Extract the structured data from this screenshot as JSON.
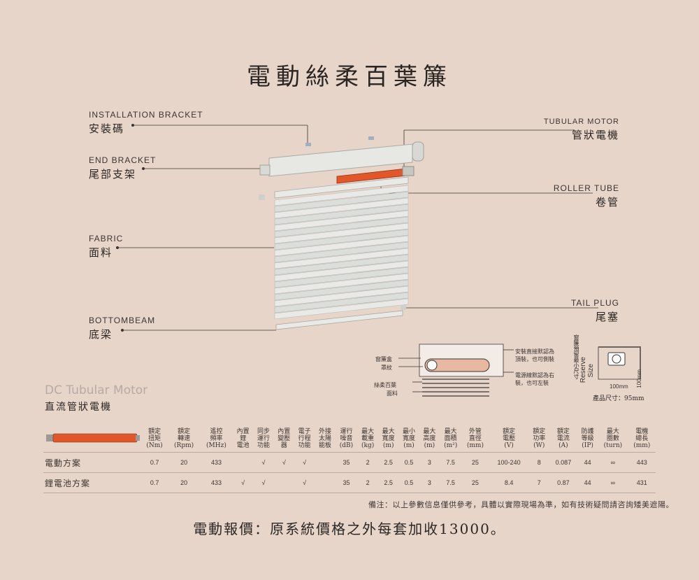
{
  "title": "電動絲柔百葉簾",
  "parts": {
    "installation_bracket": {
      "en": "INSTALLATION BRACKET",
      "zh": "安裝碼"
    },
    "end_bracket": {
      "en": "END BRACKET",
      "zh": "尾部支架"
    },
    "fabric": {
      "en": "FABRIC",
      "zh": "面料"
    },
    "bottombeam": {
      "en": "BOTTOMBEAM",
      "zh": "底梁"
    },
    "tubular_motor": {
      "en": "TUBULAR MOTOR",
      "zh": "管狀電機"
    },
    "roller_tube": {
      "en": "ROLLER TUBE",
      "zh": "卷管"
    },
    "tail_plug": {
      "en": "TAIL PLUG",
      "zh": "尾塞"
    }
  },
  "cross_section": {
    "labels_left": [
      "窗簾盒",
      "罩紋",
      "絲柔百葉",
      "面料"
    ],
    "labels_right": [
      "安裝直接默認為",
      "頂裝，也可側裝",
      "電源線默認為右",
      "裝，也可左裝"
    ],
    "reserve_label": "窗簾預留最小尺寸",
    "reserve_en": [
      "Reserve",
      "Size"
    ],
    "dim_w": "100mm",
    "dim_h": "100mm",
    "product_size": "產品尺寸：95mm"
  },
  "motor": {
    "en": "DC Tubular Motor",
    "zh": "直流管狀電機"
  },
  "colors": {
    "background": "#e8d5c9",
    "accent_tube": "#e2572a"
  },
  "table": {
    "headers": [
      [
        "額定",
        "扭矩",
        "(Nm)"
      ],
      [
        "額定",
        "轉速",
        "(Rpm)"
      ],
      [
        "遙控",
        "頻率",
        "(MHz)"
      ],
      [
        "內置",
        "鋰",
        "電池"
      ],
      [
        "同步",
        "運行",
        "功能"
      ],
      [
        "內置",
        "變壓",
        "器"
      ],
      [
        "電子",
        "行程",
        "功能"
      ],
      [
        "外接",
        "太陽",
        "能板"
      ],
      [
        "運行",
        "噪音",
        "(dB)"
      ],
      [
        "最大",
        "載重",
        "(kg)"
      ],
      [
        "最大",
        "寬度",
        "(m)"
      ],
      [
        "最小",
        "寬度",
        "(m)"
      ],
      [
        "最大",
        "高度",
        "(m)"
      ],
      [
        "最大",
        "面積",
        "(m²)"
      ],
      [
        "外管",
        "直徑",
        "(mm)"
      ],
      [
        "額定",
        "電壓",
        "(V)"
      ],
      [
        "額定",
        "功率",
        "(W)"
      ],
      [
        "額定",
        "電流",
        "(A)"
      ],
      [
        "防護",
        "等級",
        "(IP)"
      ],
      [
        "最大",
        "圈數",
        "(turn)"
      ],
      [
        "電機",
        "總長",
        "(mm)"
      ]
    ],
    "rows": [
      {
        "name": "電動方案",
        "cells": [
          "0.7",
          "20",
          "433",
          "",
          "√",
          "√",
          "√",
          "",
          "35",
          "2",
          "2.5",
          "0.5",
          "3",
          "7.5",
          "25",
          "100-240",
          "8",
          "0.087",
          "44",
          "∞",
          "443"
        ]
      },
      {
        "name": "鋰電池方案",
        "cells": [
          "0.7",
          "20",
          "433",
          "√",
          "√",
          "",
          "√",
          "",
          "35",
          "2",
          "2.5",
          "0.5",
          "3",
          "7.5",
          "25",
          "8.4",
          "7",
          "0.87",
          "44",
          "∞",
          "431"
        ]
      }
    ]
  },
  "note": "備注：以上參數信息僅供參考，具體以實際現場為準，如有技術疑問請咨詢矮美遮陽。",
  "quote": "電動報價：原系統價格之外每套加收13000。"
}
